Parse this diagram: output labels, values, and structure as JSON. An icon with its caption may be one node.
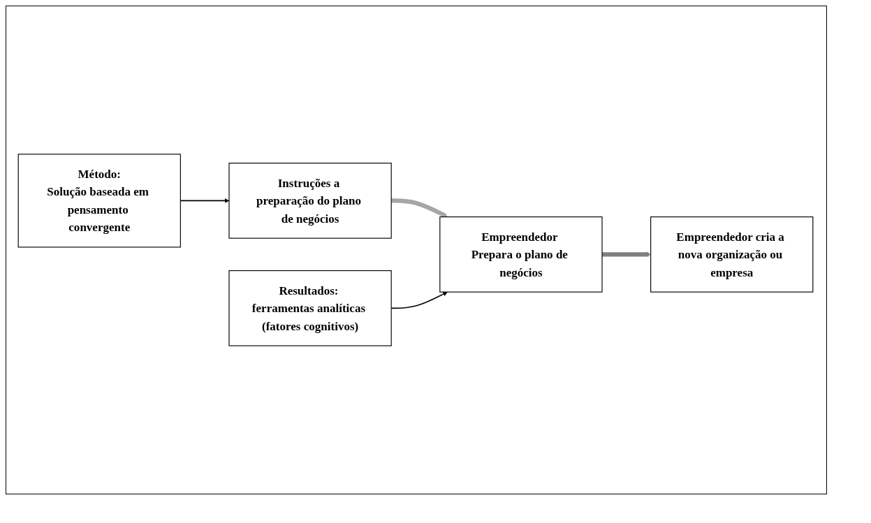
{
  "diagram": {
    "nodes": [
      {
        "text": [
          "Método:",
          "Solução baseada em pensamento convergente"
        ]
      },
      {
        "text": [
          "Instruções a preparação do plano de negócios"
        ]
      },
      {
        "text": [
          "Empreendedor Prepara o plano de negócios"
        ]
      },
      {
        "text": [
          "Empreendedor cria a nova organização ou empresa"
        ]
      },
      {
        "text": [
          "Resultados: ferramentas analíticas (fatores cognitivos)"
        ]
      }
    ],
    "edges": [
      {
        "from": 0,
        "to": 1,
        "arrow": "to"
      },
      {
        "from": 1,
        "to": 2,
        "arrow": "to",
        "style": "thick",
        "color": "#a6a6a6"
      },
      {
        "from": 2,
        "to": 3,
        "arrow": "to",
        "style": "thick",
        "color": "#7f7f7f"
      },
      {
        "from": 4,
        "to": 2,
        "arrow": "to"
      }
    ]
  }
}
